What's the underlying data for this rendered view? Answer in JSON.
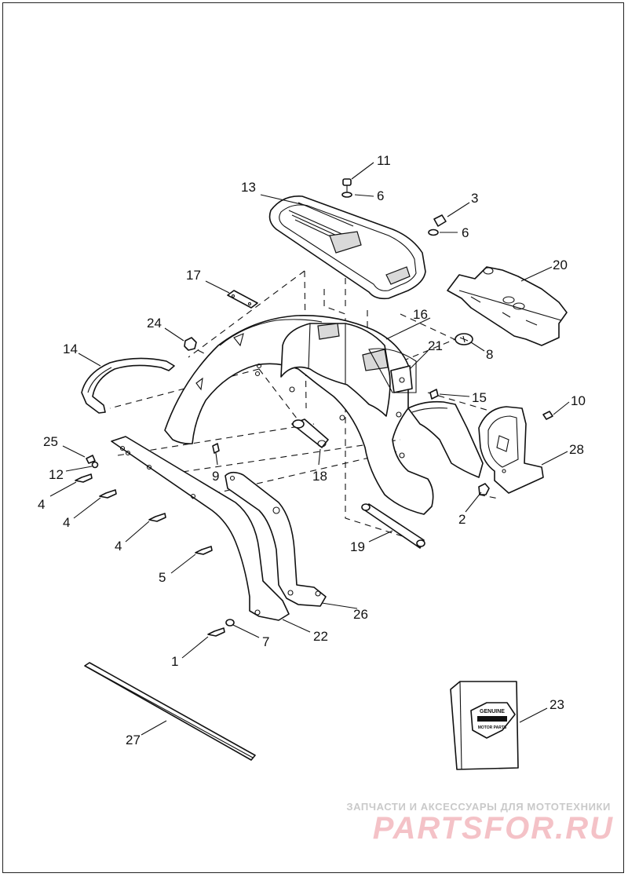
{
  "labels": {
    "p1": "1",
    "p2": "2",
    "p3": "3",
    "p4a": "4",
    "p4b": "4",
    "p4c": "4",
    "p5": "5",
    "p6a": "6",
    "p6b": "6",
    "p7": "7",
    "p8": "8",
    "p9": "9",
    "p10": "10",
    "p11": "11",
    "p12": "12",
    "p13": "13",
    "p14": "14",
    "p15": "15",
    "p16": "16",
    "p17": "17",
    "p18": "18",
    "p19": "19",
    "p20": "20",
    "p21": "21",
    "p22": "22",
    "p23": "23",
    "p24": "24",
    "p25": "25",
    "p26": "26",
    "p27": "27",
    "p28": "28"
  },
  "kit": {
    "brand_line1": "GENUINE",
    "brand_line2": "MOTOR PARTS"
  },
  "watermark": {
    "line1": "ЗАПЧАСТИ И АКСЕССУАРЫ ДЛЯ МОТОТЕХНИКИ",
    "line2": "PARTSFOR.RU"
  },
  "colors": {
    "ink": "#111111",
    "watermark_red": "#f3b8be",
    "watermark_gray": "#c9c9c9"
  }
}
